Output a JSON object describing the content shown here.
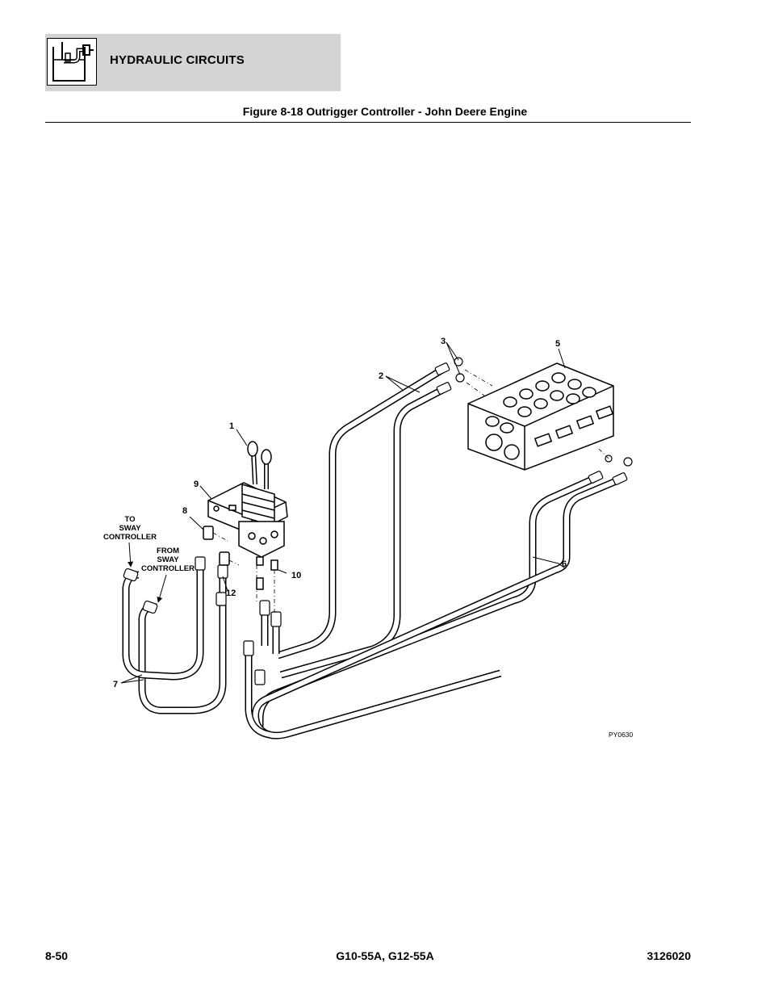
{
  "header": {
    "section_title": "HYDRAULIC CIRCUITS",
    "icon": "hydraulic-reservoir-icon"
  },
  "figure": {
    "title": "Figure 8-18 Outrigger Controller - John Deere Engine",
    "code": "PY0630",
    "callouts": [
      "1",
      "2",
      "3",
      "5",
      "6",
      "7",
      "8",
      "9",
      "10",
      "12"
    ],
    "notes": {
      "to_sway": [
        "TO",
        "SWAY",
        "CONTROLLER"
      ],
      "from_sway": [
        "FROM",
        "SWAY",
        "CONTROLLER"
      ]
    }
  },
  "footer": {
    "page_number": "8-50",
    "model": "G10-55A, G12-55A",
    "doc_number": "3126020"
  }
}
